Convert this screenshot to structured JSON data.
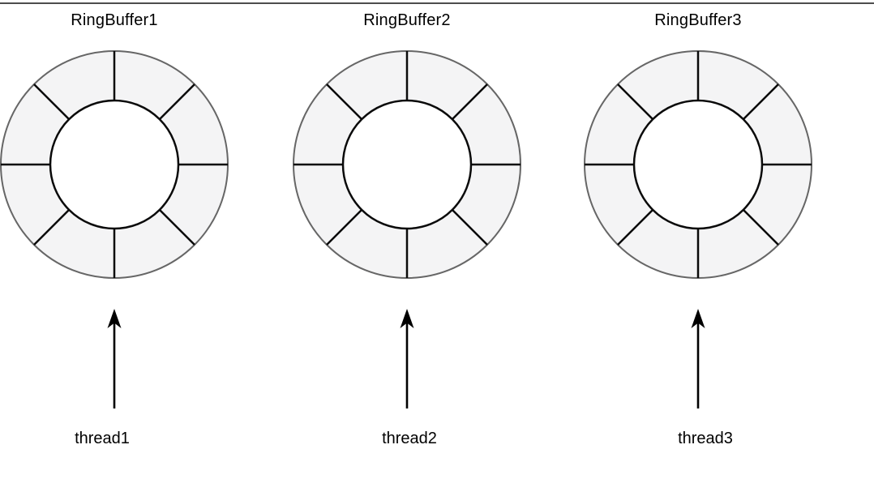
{
  "canvas": {
    "background": "#ffffff",
    "top_border_color": "#4d4d4d"
  },
  "diagram": {
    "buffers": [
      {
        "title": "RingBuffer1",
        "thread_label": "thread1"
      },
      {
        "title": "RingBuffer2",
        "thread_label": "thread2"
      },
      {
        "title": "RingBuffer3",
        "thread_label": "thread3"
      }
    ],
    "ring": {
      "segments": 8,
      "segment_fill": "#f4f4f5",
      "outer_stroke": "#666666",
      "line_stroke": "#0a0a0a",
      "hole_fill": "#ffffff"
    },
    "arrow": {
      "color": "#000000",
      "direction": "up"
    }
  }
}
